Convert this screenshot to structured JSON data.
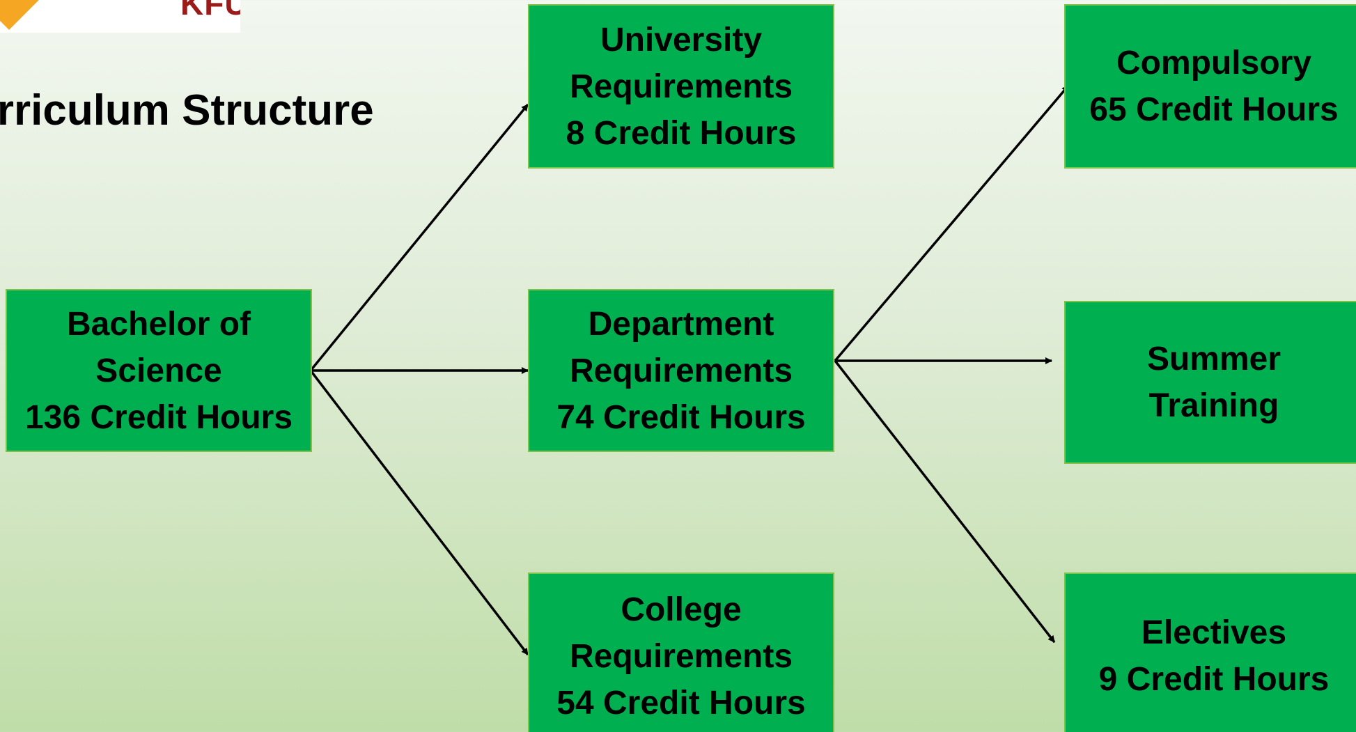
{
  "logo": {
    "text": "KFU"
  },
  "title": "urriculum Structure",
  "nodes": {
    "bachelor": {
      "line1": "Bachelor of",
      "line2": "Science",
      "line3": "136 Credit Hours"
    },
    "university": {
      "line1": "University",
      "line2": "Requirements",
      "line3": "8 Credit Hours"
    },
    "department": {
      "line1": "Department",
      "line2": "Requirements",
      "line3": "74 Credit Hours"
    },
    "college": {
      "line1": "College",
      "line2": "Requirements",
      "line3": "54 Credit Hours"
    },
    "compulsory": {
      "line1": "Compulsory",
      "line2": "65 Credit Hours"
    },
    "summer": {
      "line1": "Summer",
      "line2": "Training"
    },
    "electives": {
      "line1": "Electives",
      "line2": "9 Credit Hours"
    }
  },
  "edges": [
    {
      "from": "bachelor",
      "to": "university"
    },
    {
      "from": "bachelor",
      "to": "department"
    },
    {
      "from": "bachelor",
      "to": "college"
    },
    {
      "from": "department",
      "to": "compulsory"
    },
    {
      "from": "department",
      "to": "summer"
    },
    {
      "from": "department",
      "to": "electives"
    }
  ],
  "colors": {
    "box_fill": "#00b050",
    "box_border": "#7fc24a",
    "text": "#000000",
    "arrow": "#000000",
    "logo_accent": "#f5a623",
    "logo_text": "#9b1b1b"
  }
}
